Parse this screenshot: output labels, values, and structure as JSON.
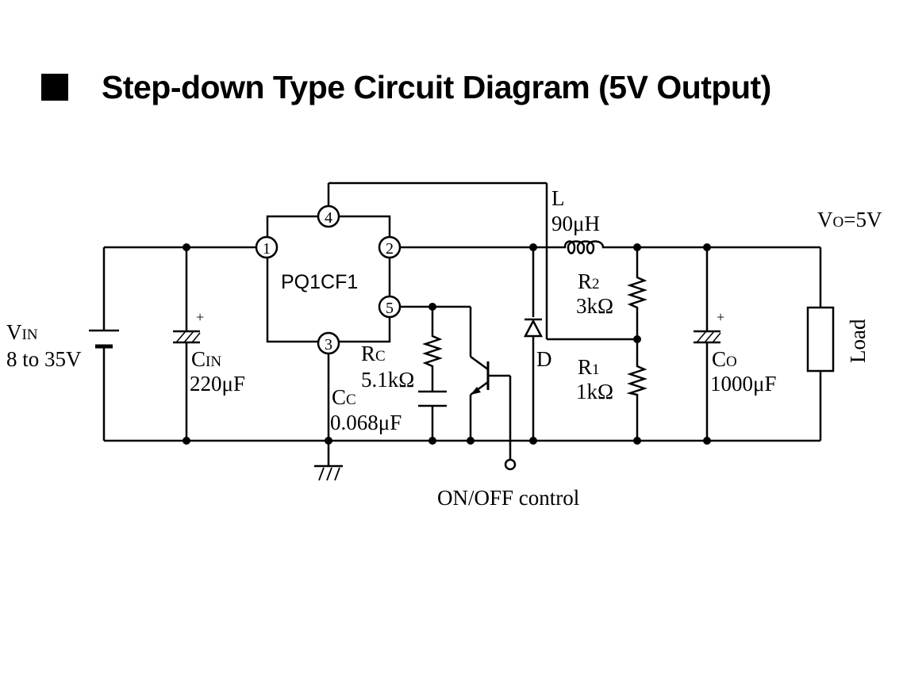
{
  "title": "Step-down Type Circuit Diagram (5V Output)",
  "ic": {
    "name": "PQ1CF1",
    "pins": [
      "1",
      "2",
      "3",
      "4",
      "5"
    ]
  },
  "vin": {
    "main": "V",
    "sub": "IN",
    "range": "8 to 35V"
  },
  "cin": {
    "main": "C",
    "sub": "IN",
    "value": "220μF",
    "polarity": "+"
  },
  "rc": {
    "main": "R",
    "sub": "C",
    "value": "5.1kΩ"
  },
  "cc": {
    "main": "C",
    "sub": "C",
    "value": "0.068μF"
  },
  "inductor": {
    "label": "L",
    "value": "90μH"
  },
  "diode": {
    "label": "D"
  },
  "r2": {
    "main": "R",
    "sub": "2",
    "value": "3kΩ"
  },
  "r1": {
    "main": "R",
    "sub": "1",
    "value": "1kΩ"
  },
  "co": {
    "main": "C",
    "sub": "O",
    "value": "1000μF",
    "polarity": "+"
  },
  "vo": {
    "main": "V",
    "sub": "O",
    "value": "=5V"
  },
  "load": {
    "label": "Load"
  },
  "onoff": {
    "label": "ON/OFF control"
  }
}
